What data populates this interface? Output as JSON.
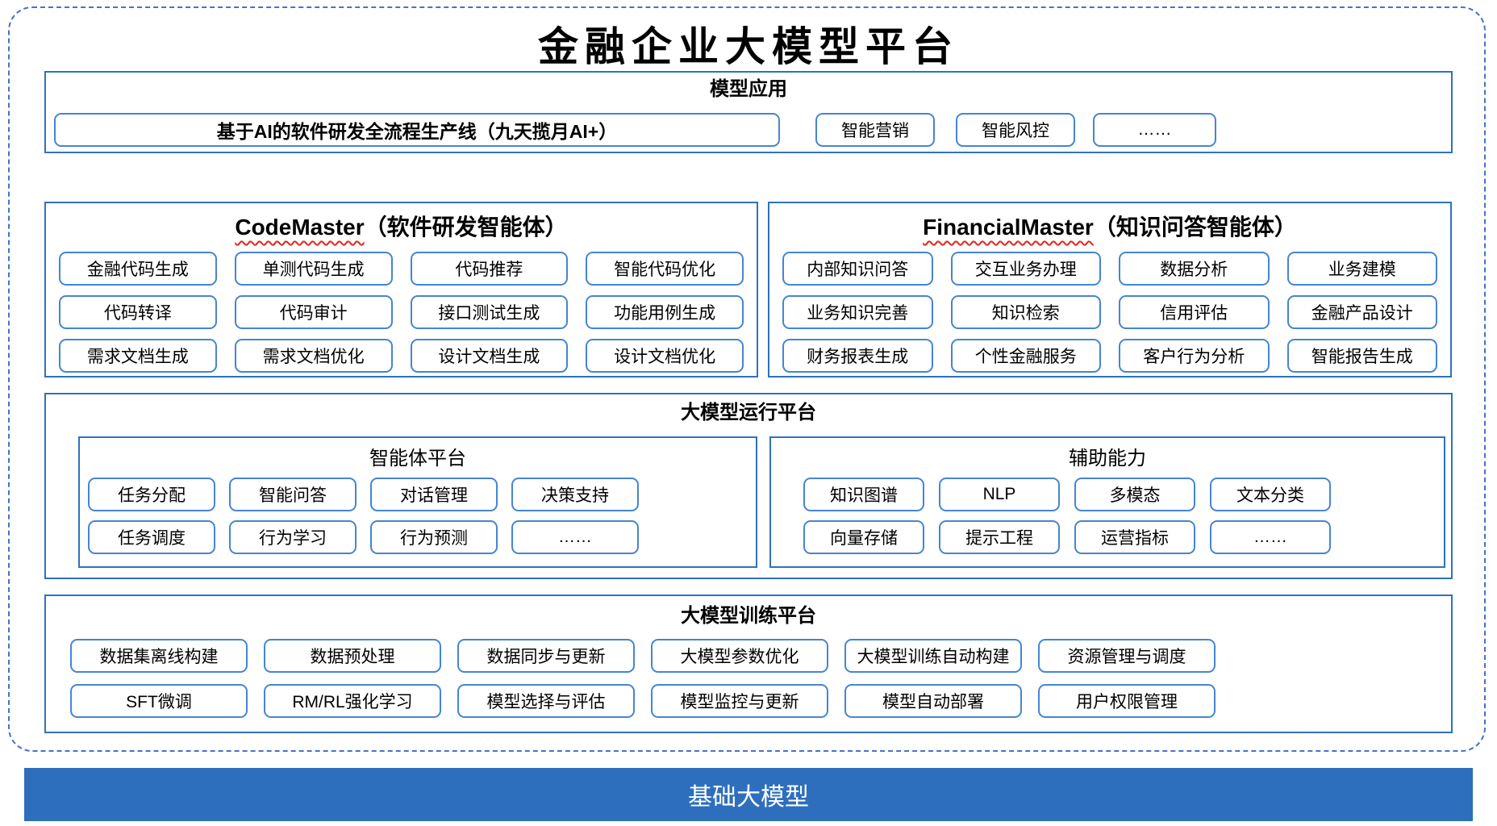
{
  "page_title": "金融企业大模型平台",
  "colors": {
    "section_border": "#2e72bb",
    "button_border": "#4585d2",
    "outer_dashed": "#4673c8",
    "base_bar": "#2e6fbd",
    "squiggle": "#e2251f"
  },
  "model_app": {
    "title": "模型应用",
    "wide_item": "基于AI的软件研发全流程生产线（九天揽月AI+）",
    "items": [
      "智能营销",
      "智能风控",
      "……"
    ]
  },
  "codemaster": {
    "title_en": "CodeMaster",
    "title_zh": "（软件研发智能体）",
    "items": [
      "金融代码生成",
      "单测代码生成",
      "代码推荐",
      "智能代码优化",
      "代码转译",
      "代码审计",
      "接口测试生成",
      "功能用例生成",
      "需求文档生成",
      "需求文档优化",
      "设计文档生成",
      "设计文档优化"
    ]
  },
  "financialmaster": {
    "title_en": "FinancialMaster",
    "title_zh": "（知识问答智能体）",
    "items": [
      "内部知识问答",
      "交互业务办理",
      "数据分析",
      "业务建模",
      "业务知识完善",
      "知识检索",
      "信用评估",
      "金融产品设计",
      "财务报表生成",
      "个性金融服务",
      "客户行为分析",
      "智能报告生成"
    ]
  },
  "runtime_platform": {
    "title": "大模型运行平台",
    "agent_platform": {
      "title": "智能体平台",
      "items": [
        "任务分配",
        "智能问答",
        "对话管理",
        "决策支持",
        "任务调度",
        "行为学习",
        "行为预测",
        "……"
      ]
    },
    "auxiliary": {
      "title": "辅助能力",
      "items": [
        "知识图谱",
        "NLP",
        "多模态",
        "文本分类",
        "向量存储",
        "提示工程",
        "运营指标",
        "……"
      ]
    }
  },
  "training_platform": {
    "title": "大模型训练平台",
    "items": [
      "数据集离线构建",
      "数据预处理",
      "数据同步与更新",
      "大模型参数优化",
      "大模型训练自动构建",
      "资源管理与调度",
      "SFT微调",
      "RM/RL强化学习",
      "模型选择与评估",
      "模型监控与更新",
      "模型自动部署",
      "用户权限管理"
    ]
  },
  "foundation": {
    "title": "基础大模型"
  }
}
